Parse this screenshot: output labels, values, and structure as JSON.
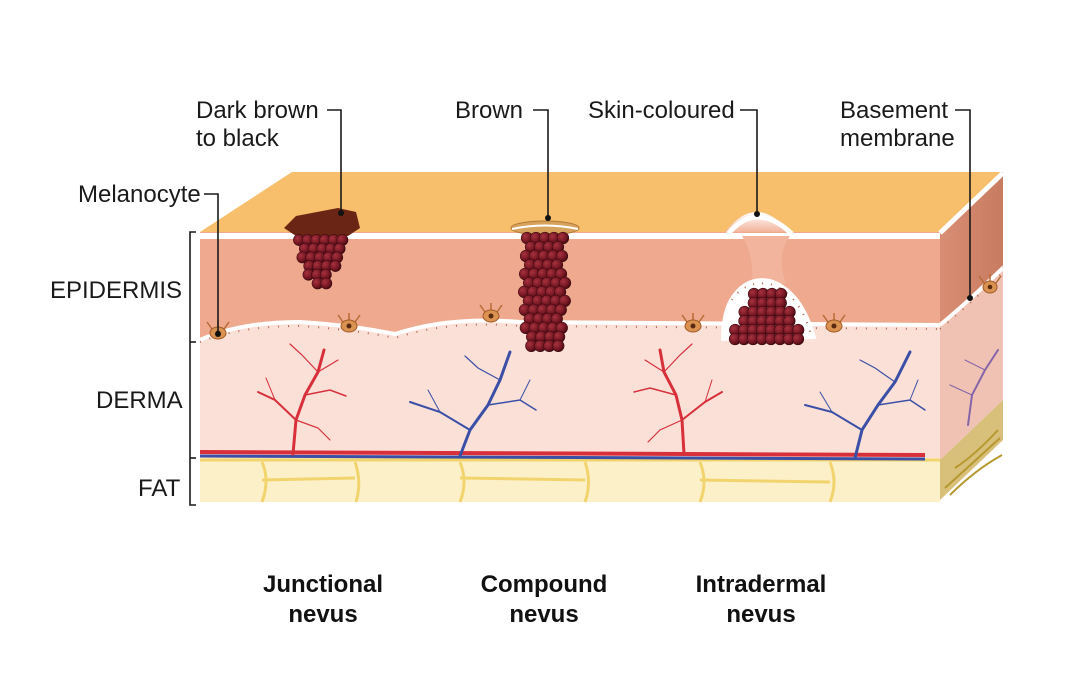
{
  "layers": {
    "epidermis": "EPIDERMIS",
    "derma": "DERMA",
    "fat": "FAT"
  },
  "callouts": {
    "melanocyte": "Melanocyte",
    "junctional_color": [
      "Dark brown",
      "to black"
    ],
    "compound_color": "Brown",
    "intradermal_color": "Skin-coloured",
    "basement_membrane": [
      "Basement",
      "membrane"
    ]
  },
  "nevus_types": {
    "junctional": [
      "Junctional",
      "nevus"
    ],
    "compound": [
      "Compound",
      "nevus"
    ],
    "intradermal": [
      "Intradermal",
      "nevus"
    ]
  },
  "colors": {
    "skin_surface": "#f7be6b",
    "epidermis": "#eea98f",
    "dermis": "#fbe0d8",
    "fat": "#fbf0c8",
    "fat_cell_lines": "#f2d46e",
    "nevus_cells": "#6f1420",
    "artery": "#d8303b",
    "vein": "#3b4fa6",
    "melanocyte": "#c87d3a"
  }
}
